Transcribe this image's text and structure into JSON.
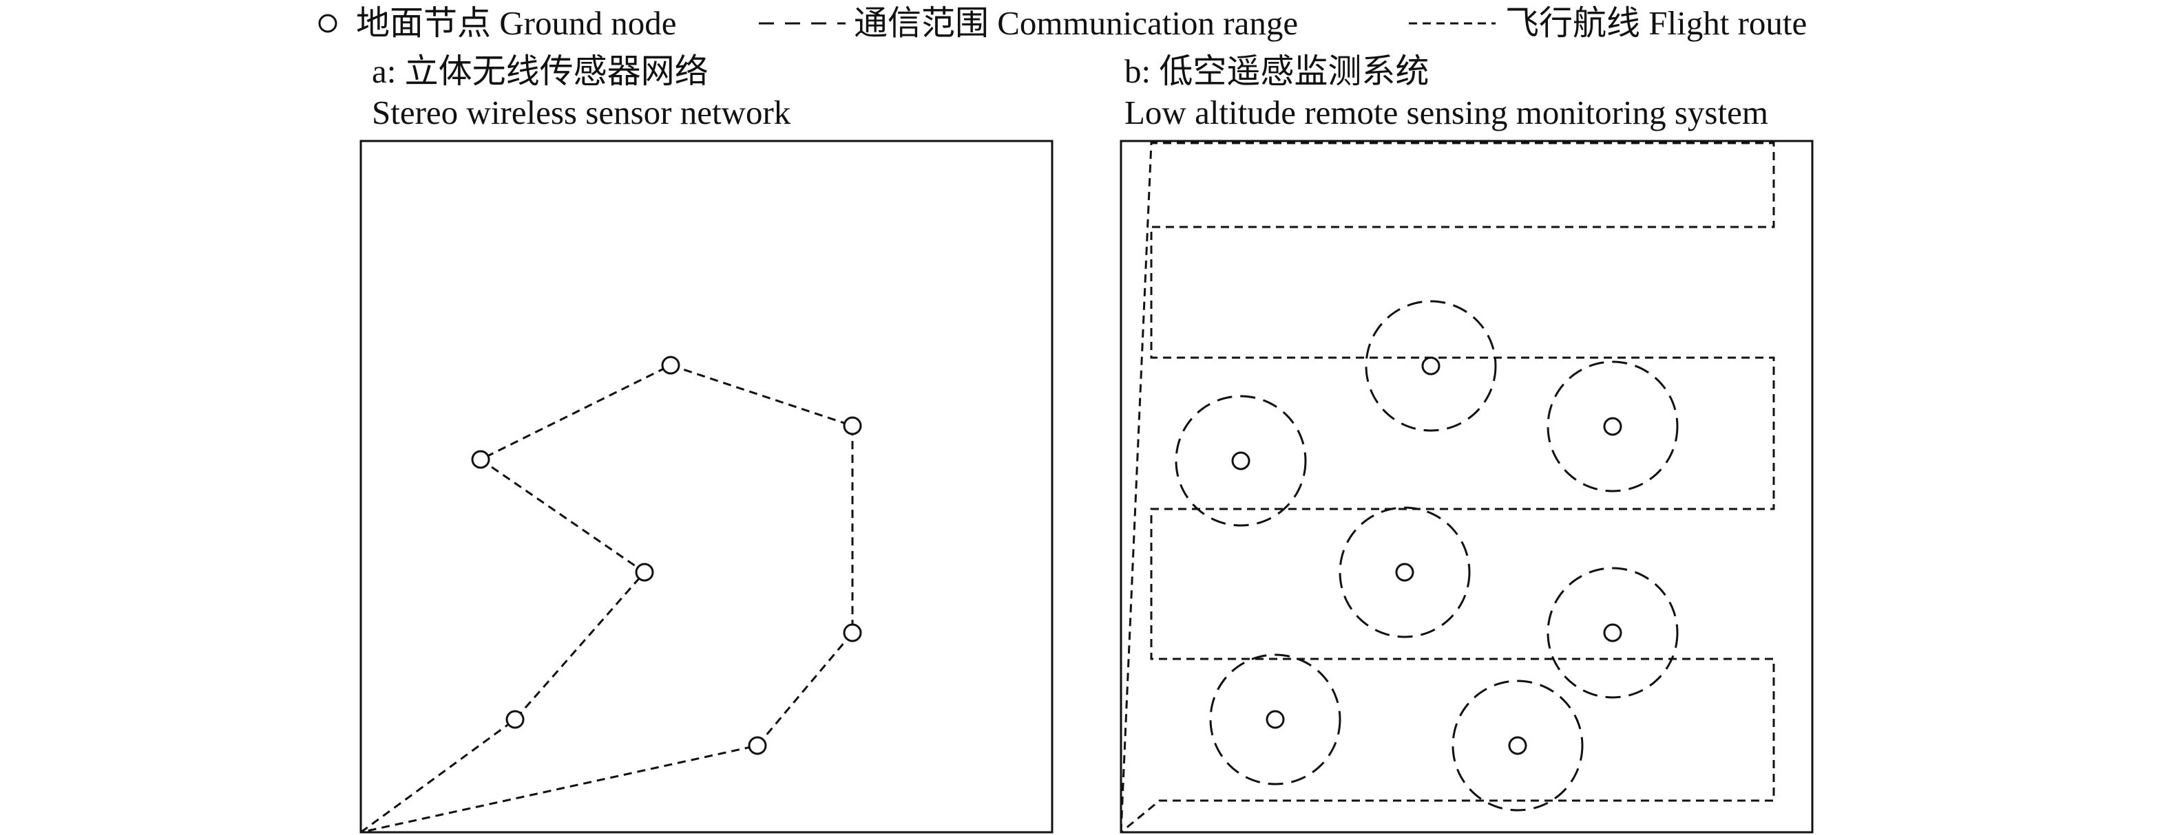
{
  "legend": {
    "node_label": "地面节点 Ground node",
    "range_label": "通信范围 Communication range",
    "route_label": "飞行航线 Flight route"
  },
  "panel_a": {
    "title_line1": "a: 立体无线传感器网络",
    "title_line2": "Stereo wireless sensor network"
  },
  "panel_b": {
    "title_line1": "b: 低空遥感监测系统",
    "title_line2": "Low altitude remote sensing monitoring system"
  }
}
